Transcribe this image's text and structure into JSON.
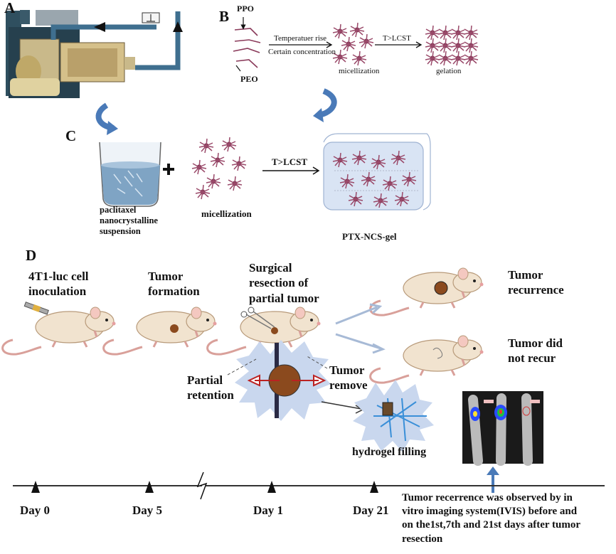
{
  "panels": {
    "a": "A",
    "b": "B",
    "c": "C",
    "d": "D"
  },
  "panel_b": {
    "ppo": "PPO",
    "peo": "PEO",
    "step1_top": "Temperatuer rise",
    "step1_bottom": "Certain concentration",
    "step2": "T>LCST",
    "micellization": "micellization",
    "gelation": "gelation"
  },
  "panel_c": {
    "suspension": "paclitaxel\nnanocrystalline\n suspension",
    "plus": "+",
    "micellization": "micellization",
    "arrow_label": "T>LCST",
    "product": "PTX-NCS-gel"
  },
  "panel_d": {
    "inoculation": "4T1-luc cell\ninoculation",
    "formation": "Tumor\nformation",
    "resection": "Surgical\nresection of\npartial tumor",
    "recurrence": "Tumor\nrecurrence",
    "no_recur": "Tumor did\nnot recur",
    "partial_retention": "Partial\nretention",
    "tumor_remove": "Tumor\nremove",
    "hydrogel_filling": "hydrogel filling"
  },
  "timeline": {
    "day0": "Day 0",
    "day5": "Day 5",
    "day1": "Day 1",
    "day21": "Day 21",
    "note": "Tumor recerrence was observed by in\nvitro imaging system(IVIS) before and\non the1st,7th and 21st days after tumor\nresection"
  },
  "colors": {
    "tube_blue": "#3f6f8f",
    "curve_arrow": "#4a7ab8",
    "micelle": "#8a3a5a",
    "mouse_body": "#f1e3cf",
    "mouse_outline": "#b89a7a",
    "tumor": "#8b4a1e",
    "gel_blue": "#c9d7ee",
    "hydrogel_fiber": "#3a8fd8",
    "timeline_line": "#333333"
  }
}
